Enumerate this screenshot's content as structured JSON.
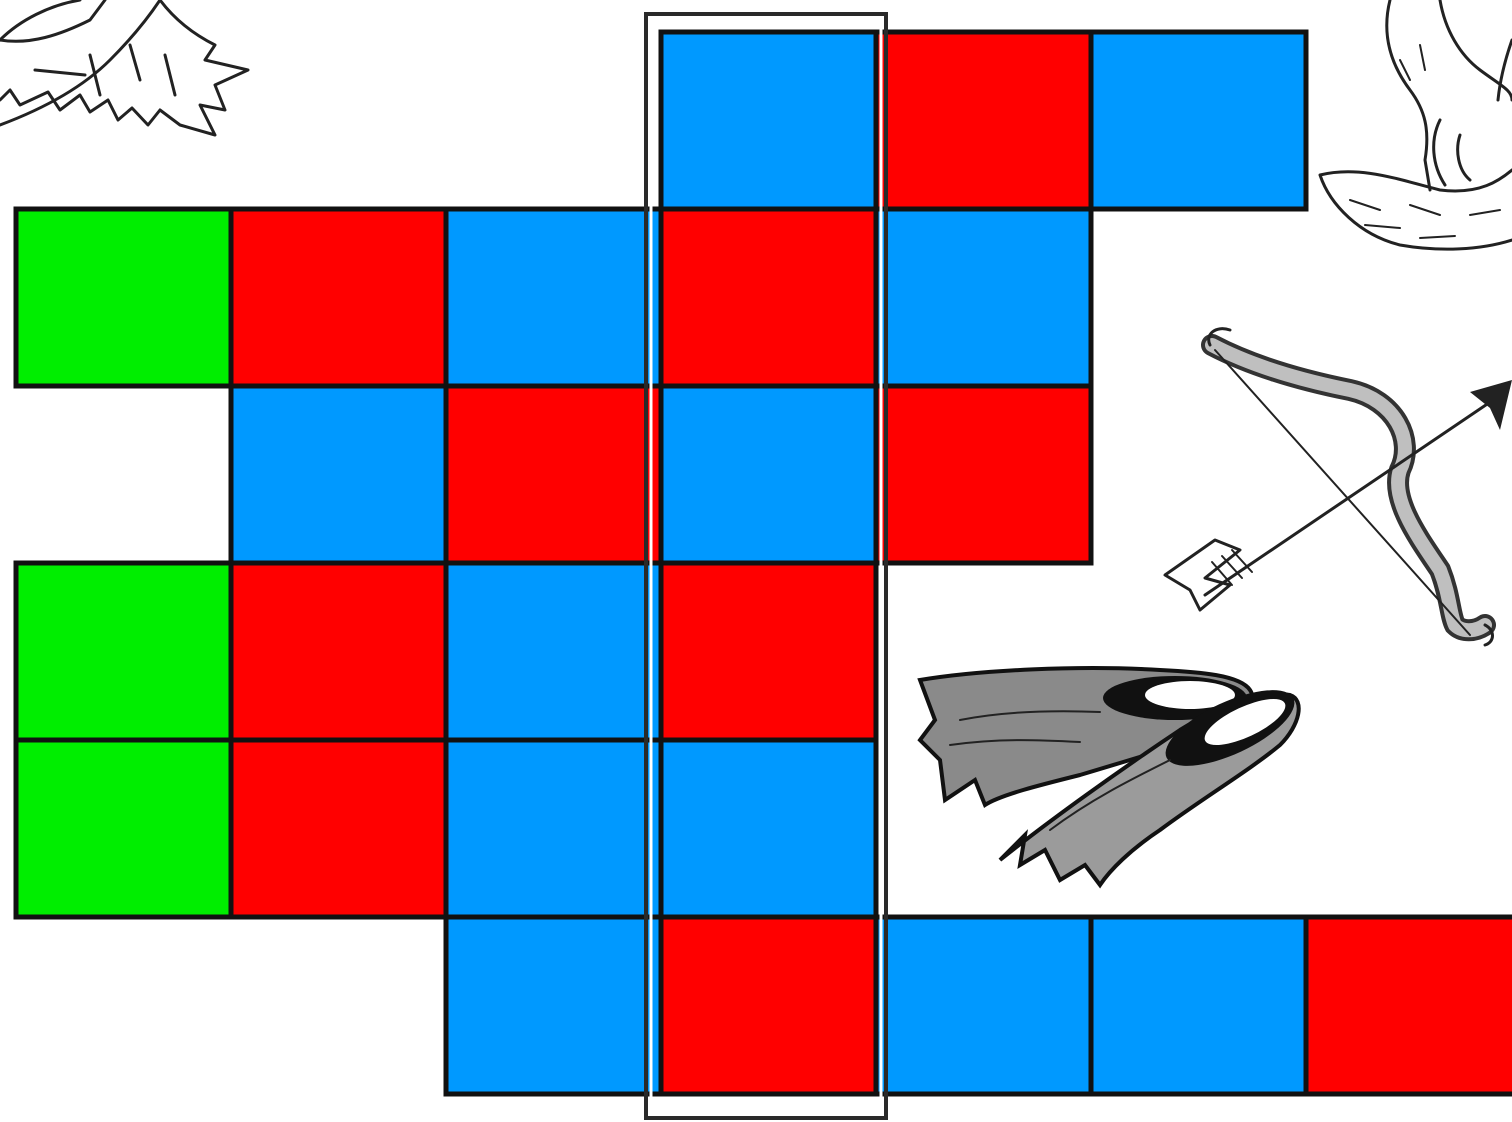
{
  "colors": {
    "blue": "#0099ff",
    "red": "#ff0000",
    "green": "#00ee00",
    "border": "#111111"
  },
  "grid": {
    "rows": [
      [
        null,
        null,
        null,
        "blue",
        "red",
        "blue",
        null
      ],
      [
        "green",
        "red",
        "blue",
        "red",
        "blue",
        null,
        null
      ],
      [
        null,
        "blue",
        "red",
        "blue",
        "red",
        null,
        null
      ],
      [
        "green",
        "red",
        "blue",
        "red",
        null,
        null,
        null
      ],
      [
        "green",
        "red",
        "blue",
        "blue",
        null,
        null,
        null
      ],
      [
        null,
        null,
        "blue",
        "red",
        "blue",
        "blue",
        "red"
      ]
    ],
    "highlighted_column": 3
  },
  "pictures": [
    {
      "name": "leaf-icon"
    },
    {
      "name": "fox-icon"
    },
    {
      "name": "bow-and-arrow-icon"
    },
    {
      "name": "flippers-icon"
    }
  ]
}
